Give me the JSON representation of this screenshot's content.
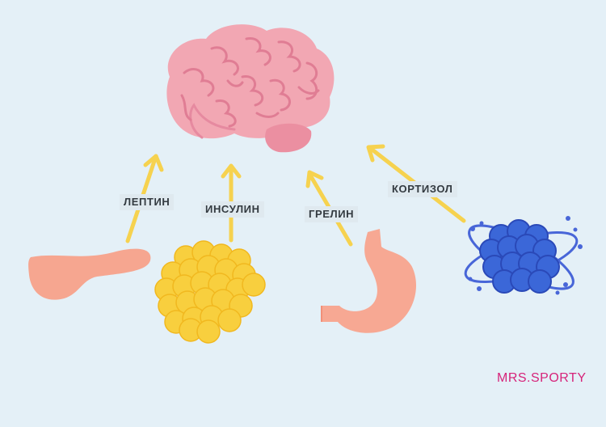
{
  "diagram": {
    "nodes": {
      "brain": {
        "icon": "brain-icon",
        "color": "#f2a7b3"
      },
      "pancreas": {
        "icon": "pancreas-icon",
        "color": "#f6a690"
      },
      "fat_cells": {
        "icon": "fat-cells-icon",
        "color": "#f8cf3e"
      },
      "stomach": {
        "icon": "stomach-icon",
        "color": "#f7a893"
      },
      "adrenal_cell": {
        "icon": "cortisol-cell-icon",
        "color": "#3b67d8"
      }
    },
    "labels": {
      "leptin": "ЛЕПТИН",
      "insulin": "ИНСУЛИН",
      "ghrelin": "ГРЕЛИН",
      "cortisol": "КОРТИЗОЛ"
    },
    "arrow_color": "#f6d24f"
  },
  "brand": "MRS.SPORTY"
}
